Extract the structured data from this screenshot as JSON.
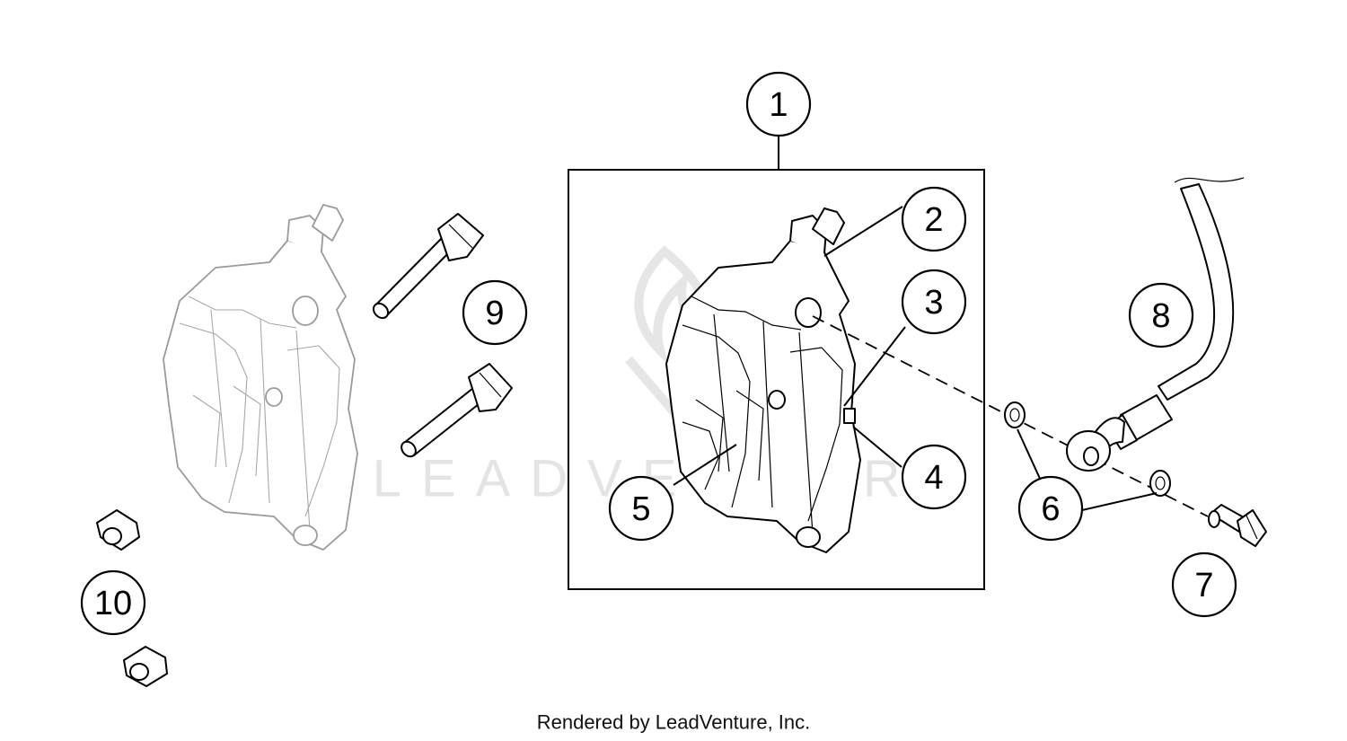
{
  "watermark": {
    "text": "LEADVENTURE"
  },
  "footer": {
    "text": "Rendered by LeadVenture, Inc."
  },
  "callouts": {
    "c1": "1",
    "c2": "2",
    "c3": "3",
    "c4": "4",
    "c5": "5",
    "c6": "6",
    "c7": "7",
    "c8": "8",
    "c9": "9",
    "c10": "10"
  }
}
